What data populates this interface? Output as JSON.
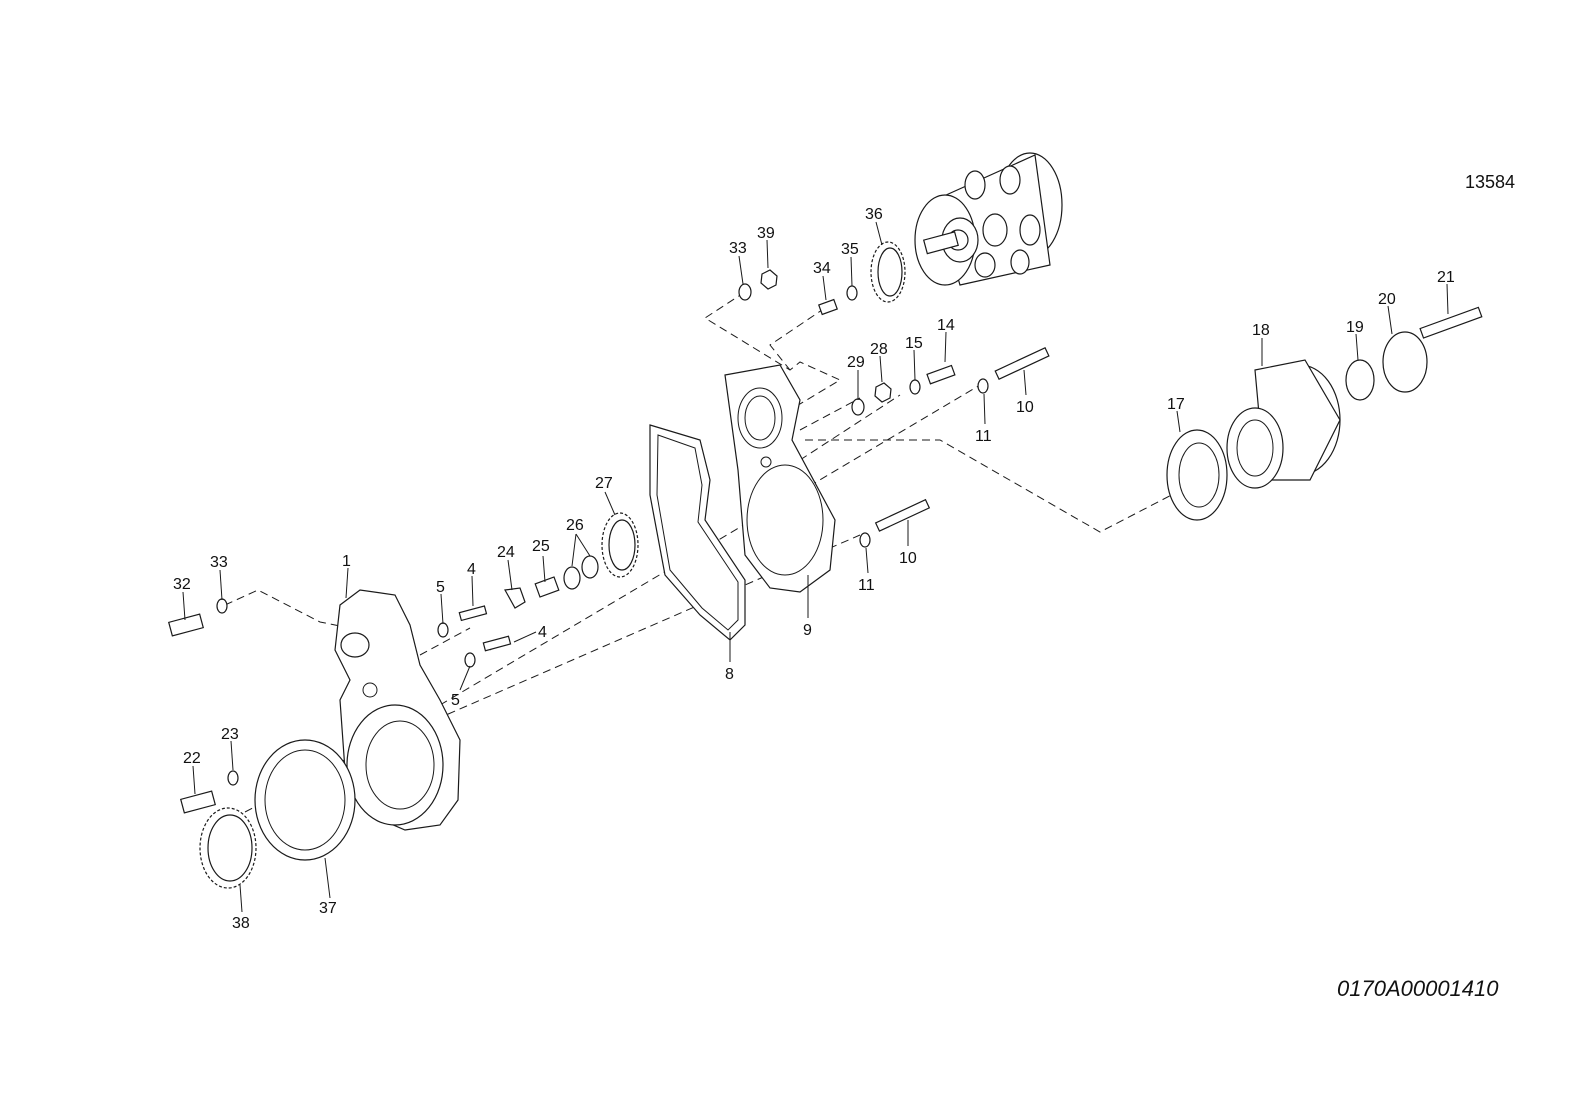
{
  "drawing": {
    "reference_number": "13584",
    "document_number": "0170A00001410"
  },
  "callouts": [
    "1",
    "4",
    "4",
    "5",
    "5",
    "8",
    "9",
    "10",
    "10",
    "11",
    "11",
    "14",
    "15",
    "17",
    "18",
    "19",
    "20",
    "21",
    "22",
    "23",
    "24",
    "25",
    "26",
    "27",
    "28",
    "29",
    "32",
    "33",
    "33",
    "34",
    "35",
    "36",
    "37",
    "38",
    "39"
  ],
  "colors": {
    "line": "#1a1a1a",
    "background": "#ffffff"
  }
}
